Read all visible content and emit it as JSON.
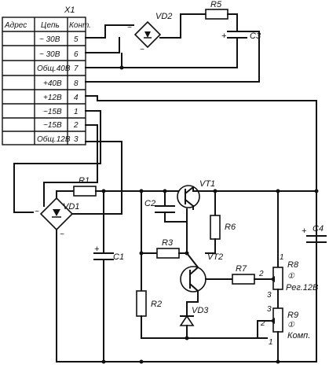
{
  "connector": {
    "name": "X1",
    "headers": [
      "Адрес",
      "Цепь",
      "Конт."
    ],
    "rows": [
      {
        "circuit": "~ 30В",
        "contact": "5"
      },
      {
        "circuit": "~ 30В",
        "contact": "6"
      },
      {
        "circuit": "Общ.40В",
        "contact": "7"
      },
      {
        "circuit": "+40В",
        "contact": "8"
      },
      {
        "circuit": "+12В",
        "contact": "4"
      },
      {
        "circuit": "~15В",
        "contact": "1"
      },
      {
        "circuit": "~15В",
        "contact": "2"
      },
      {
        "circuit": "Общ.12В",
        "contact": "3"
      }
    ]
  },
  "components": {
    "vd1": "VD1",
    "vd2": "VD2",
    "vd3": "VD3",
    "vt1": "VT1",
    "vt2": "VT2",
    "r1": "R1",
    "r2": "R2",
    "r3": "R3",
    "r5": "R5",
    "r6": "R6",
    "r7": "R7",
    "r8": "R8",
    "r8_desc": "Рег.12В",
    "r9": "R9",
    "r9_desc": "Комп.",
    "c1": "C1",
    "c2": "C2",
    "c3": "C3",
    "c4": "C4"
  },
  "marks": {
    "plus": "+",
    "tilde": "~",
    "pin1": "1",
    "pin2": "2",
    "pin3": "3",
    "idx": "①"
  }
}
